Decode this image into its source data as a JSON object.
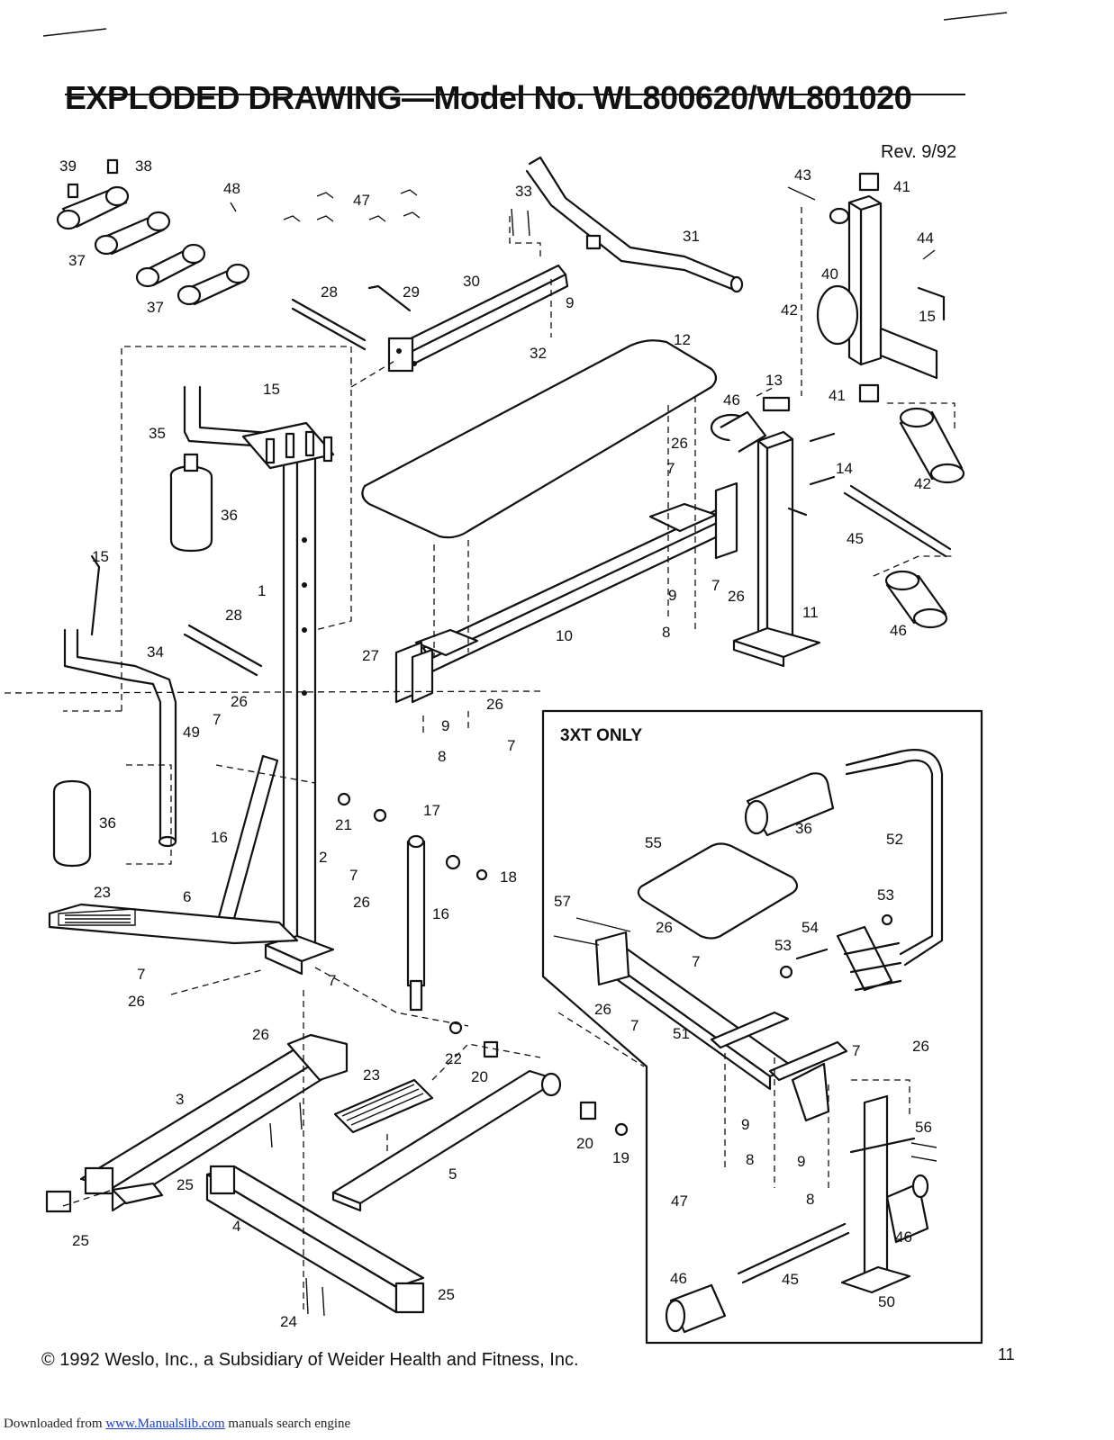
{
  "header": {
    "title": "EXPLODED DRAWING—Model No. WL800620/WL801020",
    "revision": "Rev. 9/92"
  },
  "inset": {
    "label": "3XT ONLY"
  },
  "part_labels": {
    "p1": "1",
    "p2": "2",
    "p3": "3",
    "p4": "4",
    "p5": "5",
    "p6": "6",
    "p7": "7",
    "p8": "8",
    "p9": "9",
    "p10": "10",
    "p11": "11",
    "p12": "12",
    "p13": "13",
    "p14": "14",
    "p15": "15",
    "p16": "16",
    "p17": "17",
    "p18": "18",
    "p19": "19",
    "p20": "20",
    "p21": "21",
    "p22": "22",
    "p23": "23",
    "p24": "24",
    "p25": "25",
    "p26": "26",
    "p27": "27",
    "p28": "28",
    "p29": "29",
    "p30": "30",
    "p31": "31",
    "p32": "32",
    "p33": "33",
    "p34": "34",
    "p35": "35",
    "p36": "36",
    "p37": "37",
    "p38": "38",
    "p39": "39",
    "p40": "40",
    "p41": "41",
    "p42": "42",
    "p43": "43",
    "p44": "44",
    "p45": "45",
    "p46": "46",
    "p47": "47",
    "p48": "48",
    "p49": "49",
    "p50": "50",
    "p51": "51",
    "p52": "52",
    "p53": "53",
    "p54": "54",
    "p55": "55",
    "p56": "56",
    "p57": "57"
  },
  "footer": {
    "copyright": "© 1992 Weslo, Inc., a Subsidiary of Weider Health and Fitness, Inc.",
    "page_number": "11",
    "download_prefix": "Downloaded from ",
    "download_link": "www.Manualslib.com",
    "download_suffix": " manuals search engine"
  }
}
